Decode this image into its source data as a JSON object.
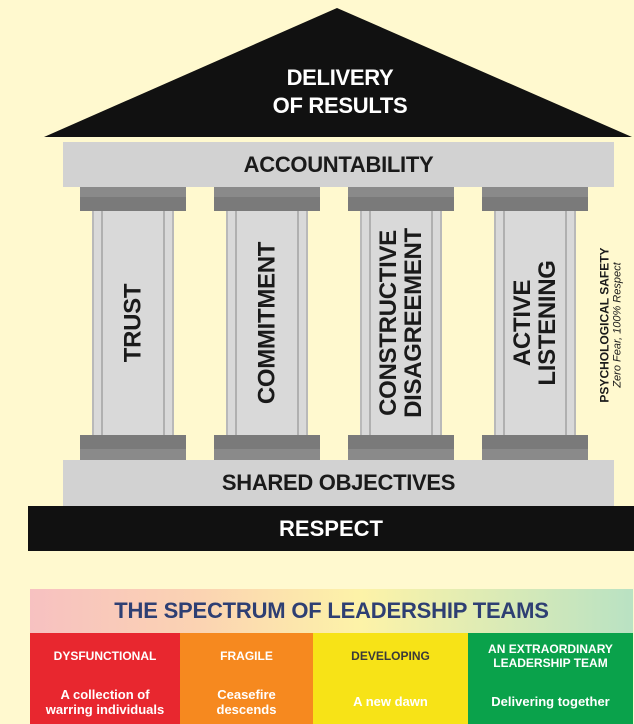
{
  "temple": {
    "roof_line1": "DELIVERY",
    "roof_line2": "OF RESULTS",
    "top_beam": "ACCOUNTABILITY",
    "pillars": [
      {
        "line1": "TRUST",
        "line2": ""
      },
      {
        "line1": "COMMITMENT",
        "line2": ""
      },
      {
        "line1": "CONSTRUCTIVE",
        "line2": "DISAGREEMENT"
      },
      {
        "line1": "ACTIVE",
        "line2": "LISTENING"
      }
    ],
    "base_beam": "SHARED OBJECTIVES",
    "foundation": "RESPECT",
    "side_label": {
      "title": "PSYCHOLOGICAL SAFETY",
      "subtitle": "Zero Fear, 100% Respect"
    }
  },
  "spectrum": {
    "title": "THE SPECTRUM OF LEADERSHIP TEAMS",
    "columns": [
      {
        "name": "DYSFUNCTIONAL",
        "desc": "A collection of warring individuals",
        "color": "#e8272f"
      },
      {
        "name": "FRAGILE",
        "desc": "Ceasefire descends",
        "color": "#f6891f"
      },
      {
        "name": "DEVELOPING",
        "desc": "A new dawn",
        "color": "#f7e317"
      },
      {
        "name": "AN EXTRAORDINARY LEADERSHIP TEAM",
        "desc": "Delivering together",
        "color": "#0aa24b"
      }
    ]
  }
}
